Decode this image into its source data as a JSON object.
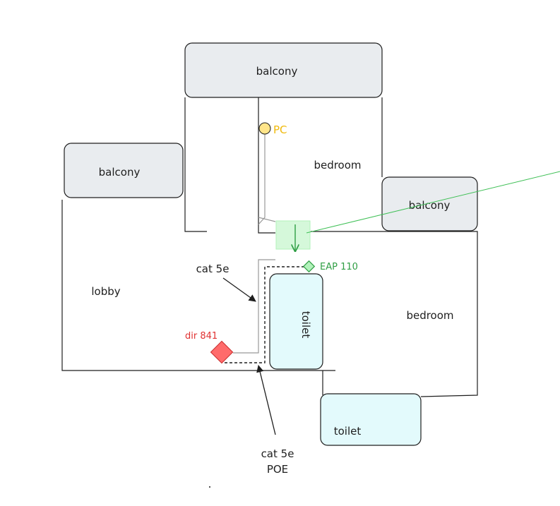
{
  "rooms": {
    "balcony_top": "balcony",
    "balcony_left": "balcony",
    "balcony_right": "balcony",
    "bedroom_top": "bedroom",
    "bedroom_right": "bedroom",
    "lobby": "lobby",
    "toilet_vertical": "toilet",
    "toilet_bottom": "toilet"
  },
  "devices": {
    "pc": "PC",
    "eap": "EAP 110",
    "router": "dir 841"
  },
  "cables": {
    "cat5e": "cat 5e",
    "poe_line1": "cat 5e",
    "poe_line2": "POE"
  },
  "colors": {
    "balcony_fill": "#e9ecef",
    "toilet_fill": "#e3fafc",
    "pc_color": "#f5c542",
    "eap_color": "#2f9e44",
    "router_color": "#e03131",
    "wifi_zone": "#b2f2bb",
    "wall": "#1e1e1e"
  }
}
